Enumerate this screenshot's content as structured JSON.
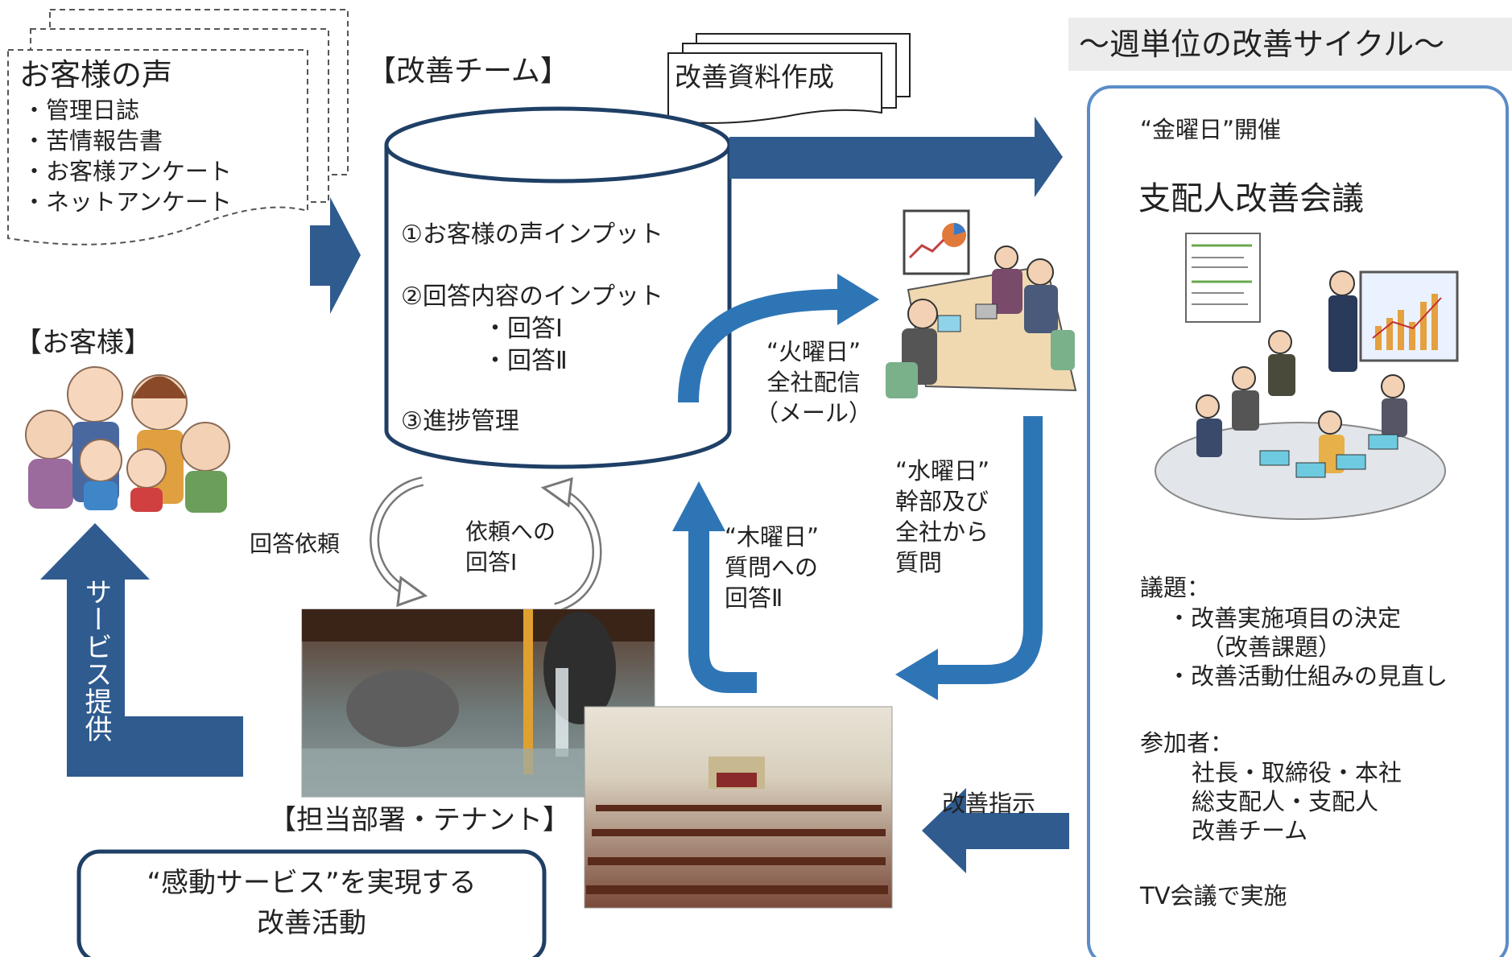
{
  "customer_voice": {
    "title": "お客様の声",
    "items": [
      "・管理日誌",
      "・苦情報告書",
      "・お客様アンケート",
      "・ネットアンケート"
    ]
  },
  "customers_label": "【お客様】",
  "service_label": "サービス提供",
  "team_label": "【改善チーム】",
  "materials_label": "改善資料作成",
  "database": {
    "step1": "①お客様の声インプット",
    "step2": "②回答内容のインプット",
    "sub1": "・回答Ⅰ",
    "sub2": "・回答Ⅱ",
    "step3": "③進捗管理"
  },
  "tuesday": [
    "“火曜日”",
    "全社配信",
    "（メール）"
  ],
  "wednesday": [
    "“水曜日”",
    "幹部及び",
    "全社から",
    "質問"
  ],
  "thursday": [
    "“木曜日”",
    "質問への",
    "回答Ⅱ"
  ],
  "answer_request": "回答依頼",
  "answer_reply": [
    "依頼への",
    "回答Ⅰ"
  ],
  "dept_label": "【担当部署・テナント】",
  "improve_instruction": "改善指示",
  "slogan": [
    "“感動サービス”を実現する",
    "改善活動"
  ],
  "cycle_title": "～週単位の改善サイクル～",
  "meeting": {
    "day": "“金曜日”開催",
    "title": "支配人改善会議",
    "agenda_label": "議題：",
    "agenda_items": [
      "・改善実施項目の決定",
      "（改善課題）",
      "・改善活動仕組みの見直し"
    ],
    "participants_label": "参加者：",
    "participants": [
      "社長・取締役・本社",
      "総支配人・支配人",
      "改善チーム"
    ],
    "tv": "TV会議で実施"
  },
  "colors": {
    "dark_arrow": "#2f5b8f",
    "light_arrow": "#2e75b6",
    "panel_border": "#5b8cc8",
    "db_border": "#1f3f66"
  }
}
